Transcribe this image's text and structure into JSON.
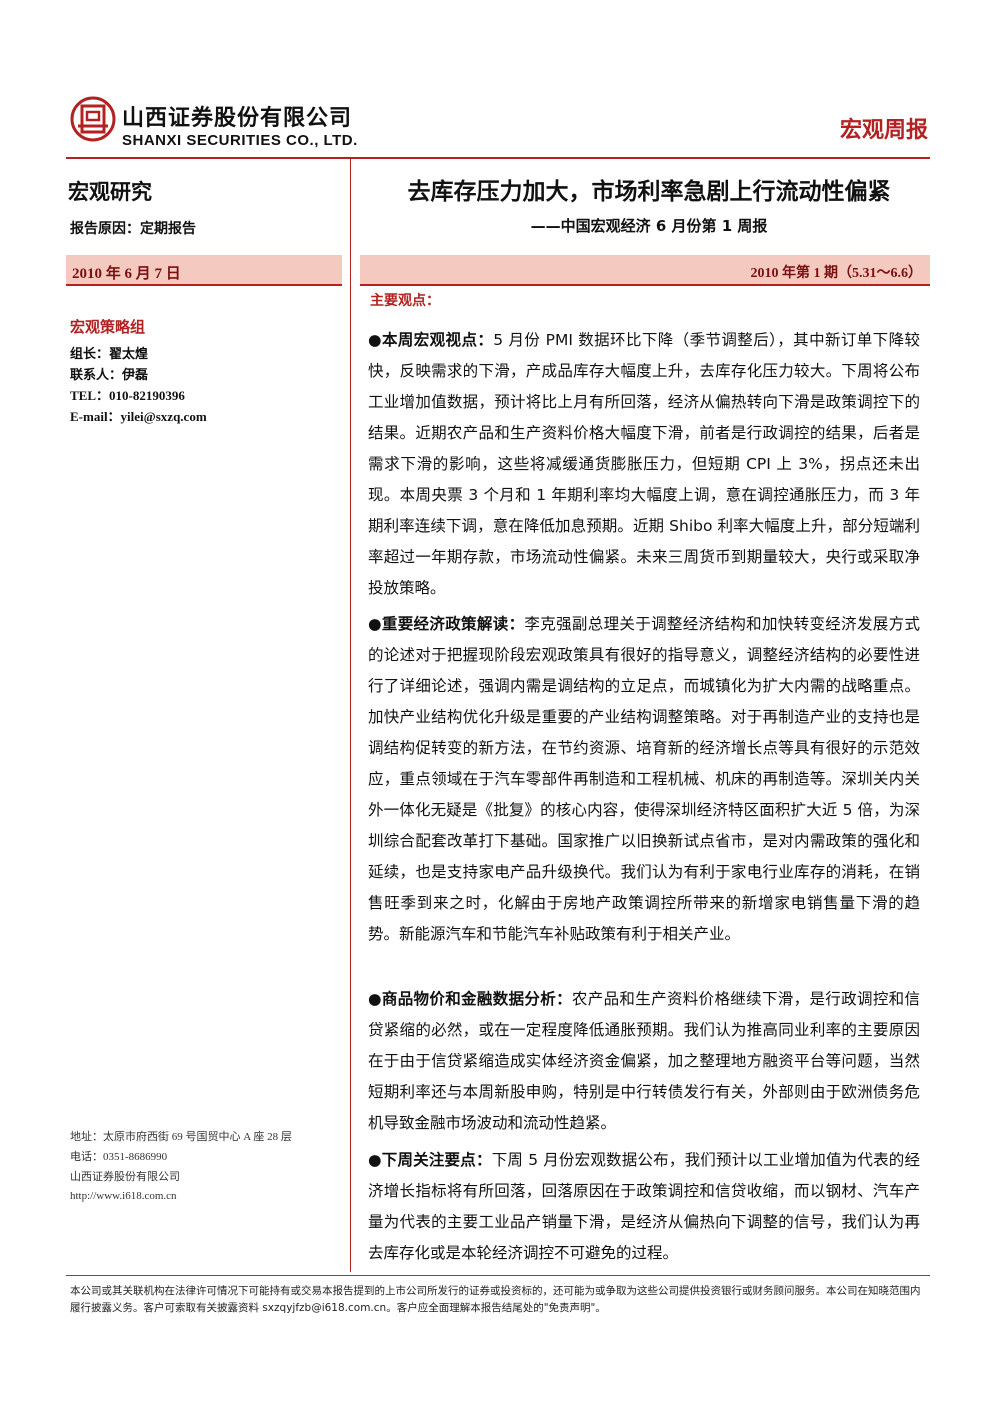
{
  "company": {
    "name_cn": "山西证券股份有限公司",
    "name_en": "SHANXI SECURITIES CO., LTD."
  },
  "report_type": "宏观周报",
  "left": {
    "title": "宏观研究",
    "reason": "报告原因：定期报告",
    "date": "2010 年 6 月 7 日",
    "team": "宏观策略组",
    "leader": "组长：翟太煌",
    "contact_person": "联系人：伊磊",
    "tel": "TEL：010-82190396",
    "email": "E-mail：yilei@sxzq.com",
    "address": "地址：太原市府西街 69 号国贸中心 A 座 28 层",
    "phone": "电话：0351-8686990",
    "company": "山西证券股份有限公司",
    "website": "http://www.i618.com.cn"
  },
  "main": {
    "title": "去库存压力加大，市场利率急剧上行流动性偏紧",
    "subtitle": "——中国宏观经济 6 月份第 1 周报",
    "issue": "2010 年第 1 期（5.31～6.6）",
    "key_points_heading": "主要观点：",
    "sections": [
      {
        "bullet": "●",
        "lead": "本周宏观视点：",
        "text": "5 月份 PMI 数据环比下降（季节调整后），其中新订单下降较快，反映需求的下滑，产成品库存大幅度上升，去库存化压力较大。下周将公布工业增加值数据，预计将比上月有所回落，经济从偏热转向下滑是政策调控下的结果。近期农产品和生产资料价格大幅度下滑，前者是行政调控的结果，后者是需求下滑的影响，这些将减缓通货膨胀压力，但短期 CPI 上 3%，拐点还未出现。本周央票 3 个月和 1 年期利率均大幅度上调，意在调控通胀压力，而 3 年期利率连续下调，意在降低加息预期。近期 Shibo 利率大幅度上升，部分短端利率超过一年期存款，市场流动性偏紧。未来三周货币到期量较大，央行或采取净投放策略。"
      },
      {
        "bullet": "●",
        "lead": "重要经济政策解读：",
        "text": "李克强副总理关于调整经济结构和加快转变经济发展方式的论述对于把握现阶段宏观政策具有很好的指导意义，调整经济结构的必要性进行了详细论述，强调内需是调结构的立足点，而城镇化为扩大内需的战略重点。加快产业结构优化升级是重要的产业结构调整策略。对于再制造产业的支持也是调结构促转变的新方法，在节约资源、培育新的经济增长点等具有很好的示范效应，重点领域在于汽车零部件再制造和工程机械、机床的再制造等。深圳关内关外一体化无疑是《批复》的核心内容，使得深圳经济特区面积扩大近 5 倍，为深圳综合配套改革打下基础。国家推广以旧换新试点省市，是对内需政策的强化和延续，也是支持家电产品升级换代。我们认为有利于家电行业库存的消耗，在销售旺季到来之时，化解由于房地产政策调控所带来的新增家电销售量下滑的趋势。新能源汽车和节能汽车补贴政策有利于相关产业。"
      },
      {
        "bullet": "●",
        "lead": "商品物价和金融数据分析：",
        "text": "农产品和生产资料价格继续下滑，是行政调控和信贷紧缩的必然，或在一定程度降低通胀预期。我们认为推高同业利率的主要原因在于由于信贷紧缩造成实体经济资金偏紧，加之整理地方融资平台等问题，当然短期利率还与本周新股申购，特别是中行转债发行有关，外部则由于欧洲债务危机导致金融市场波动和流动性趋紧。"
      },
      {
        "bullet": "●",
        "lead": "下周关注要点：",
        "text": "下周 5 月份宏观数据公布，我们预计以工业增加值为代表的经济增长指标将有所回落，回落原因在于政策调控和信贷收缩，而以钢材、汽车产量为代表的主要工业品产销量下滑，是经济从偏热向下调整的信号，我们认为再去库存化或是本轮经济调控不可避免的过程。"
      }
    ]
  },
  "disclaimer": "本公司或其关联机构在法律许可情况下可能持有或交易本报告提到的上市公司所发行的证券或投资标的，还可能为或争取为这些公司提供投资银行或财务顾问服务。本公司在知晓范围内履行披露义务。客户可索取有关披露资料 sxzqyjfzb@i618.com.cn。客户应全面理解本报告结尾处的\"免责声明\"。",
  "colors": {
    "accent": "#b22222",
    "band": "#f4c9bf"
  },
  "icons": {
    "logo": "seal-logo-icon"
  }
}
